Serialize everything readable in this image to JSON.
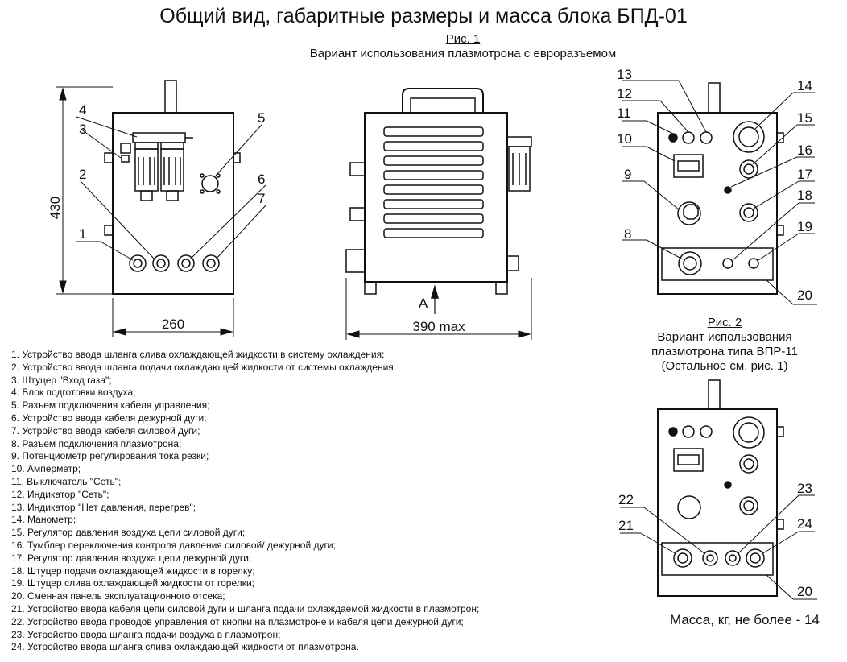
{
  "title": "Общий вид, габаритные размеры и масса блока БПД-01",
  "fig1": {
    "label": "Рис. 1",
    "caption": "Вариант использования плазмотрона с евроразъемом"
  },
  "fig2": {
    "label": "Рис. 2",
    "caption_line1": "Вариант использования",
    "caption_line2": "плазмотрона типа ВПР-11",
    "caption_line3": "(Остальное см. рис. 1)"
  },
  "dimensions": {
    "height": "430",
    "width": "260",
    "depth": "390 max",
    "view_arrow": "А"
  },
  "callouts": {
    "front": [
      "1",
      "2",
      "3",
      "4",
      "5",
      "6",
      "7"
    ],
    "panel": [
      "8",
      "9",
      "10",
      "11",
      "12",
      "13",
      "14",
      "15",
      "16",
      "17",
      "18",
      "19",
      "20"
    ],
    "panel2": [
      "21",
      "22",
      "23",
      "24",
      "20"
    ]
  },
  "legend": [
    "1. Устройство ввода шланга слива охлаждающей жидкости в систему охлаждения;",
    "2. Устройство ввода шланга подачи охлаждающей жидкости от системы охлаждения;",
    "3. Штуцер \"Вход газа\";",
    "4. Блок подготовки воздуха;",
    "5. Разъем подключения кабеля управления;",
    "6. Устройство ввода кабеля дежурной дуги;",
    "7. Устройство ввода кабеля силовой дуги;",
    "8. Разъем подключения плазмотрона;",
    "9. Потенциометр регулирования тока резки;",
    "10. Амперметр;",
    "11. Выключатель \"Сеть\";",
    "12. Индикатор \"Сеть\";",
    "13. Индикатор \"Нет давления, перегрев\";",
    "14. Манометр;",
    "15. Регулятор давления воздуха цепи силовой дуги;",
    "16. Тумблер переключения контроля давления силовой/ дежурной дуги;",
    "17. Регулятор давления воздуха цепи дежурной дуги;",
    "18. Штуцер подачи охлаждающей жидкости в горелку;",
    "19. Штуцер слива охлаждающей жидкости от горелки;",
    "20. Сменная панель эксплуатационного отсека;",
    "21. Устройство ввода кабеля цепи силовой дуги и шланга подачи охлаждаемой жидкости в плазмотрон;",
    "22. Устройство ввода проводов управления от кнопки на плазмотроне и кабеля цепи дежурной дуги;",
    "23. Устройство ввода шланга подачи воздуха в плазмотрон;",
    "24. Устройство ввода шланга слива охлаждающей жидкости от плазмотрона."
  ],
  "mass": "Масса, кг, не более - 14"
}
